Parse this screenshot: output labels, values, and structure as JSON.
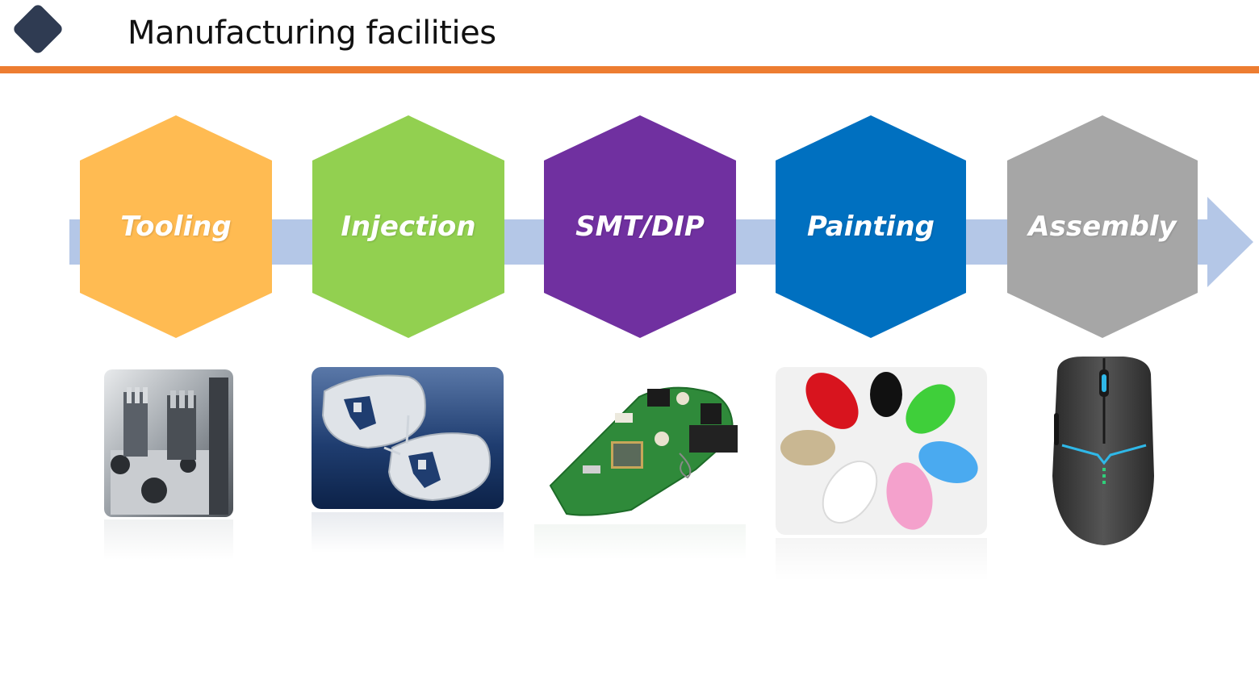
{
  "page": {
    "title": "Manufacturing facilities"
  },
  "colors": {
    "accent_rule": "#ed7d31",
    "logo": "#2f3b52",
    "flow_arrow": "#b4c7e7"
  },
  "process_steps": [
    {
      "label": "Tooling",
      "color": "#ffbb52",
      "image": "mold-tooling-photo"
    },
    {
      "label": "Injection",
      "color": "#92d050",
      "image": "injection-molded-shells-photo"
    },
    {
      "label": "SMT/DIP",
      "color": "#7030a0",
      "image": "pcb-board-photo"
    },
    {
      "label": "Painting",
      "color": "#0070c0",
      "image": "colored-mice-photo"
    },
    {
      "label": "Assembly",
      "color": "#a6a6a6",
      "image": "assembled-mouse-photo"
    }
  ]
}
